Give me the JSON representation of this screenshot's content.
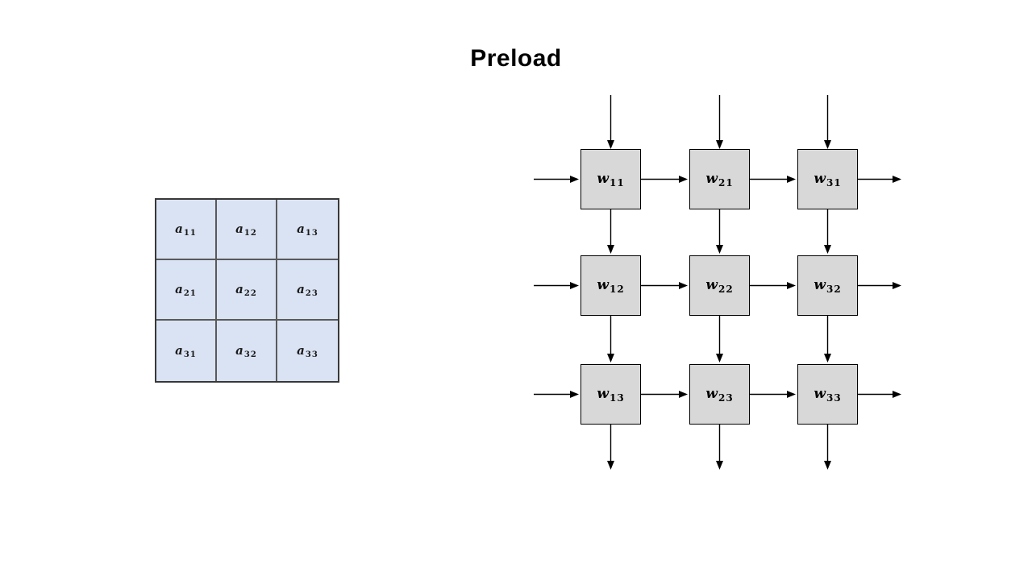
{
  "title": "Preload",
  "colors": {
    "background": "#ffffff",
    "title_text": "#000000",
    "matrix_cell_fill": "#dae3f3",
    "matrix_outer_border": "#383838",
    "matrix_inner_border": "#595959",
    "pe_fill": "#d8d8d8",
    "pe_border": "#000000",
    "arrow": "#000000"
  },
  "matrix": {
    "cells": [
      {
        "base": "a",
        "sub": "11"
      },
      {
        "base": "a",
        "sub": "12"
      },
      {
        "base": "a",
        "sub": "13"
      },
      {
        "base": "a",
        "sub": "21"
      },
      {
        "base": "a",
        "sub": "22"
      },
      {
        "base": "a",
        "sub": "23"
      },
      {
        "base": "a",
        "sub": "31"
      },
      {
        "base": "a",
        "sub": "32"
      },
      {
        "base": "a",
        "sub": "33"
      }
    ]
  },
  "weight_grid": {
    "cells": [
      {
        "base": "w",
        "sub": "11"
      },
      {
        "base": "w",
        "sub": "21"
      },
      {
        "base": "w",
        "sub": "31"
      },
      {
        "base": "w",
        "sub": "12"
      },
      {
        "base": "w",
        "sub": "22"
      },
      {
        "base": "w",
        "sub": "32"
      },
      {
        "base": "w",
        "sub": "13"
      },
      {
        "base": "w",
        "sub": "23"
      },
      {
        "base": "w",
        "sub": "33"
      }
    ]
  }
}
